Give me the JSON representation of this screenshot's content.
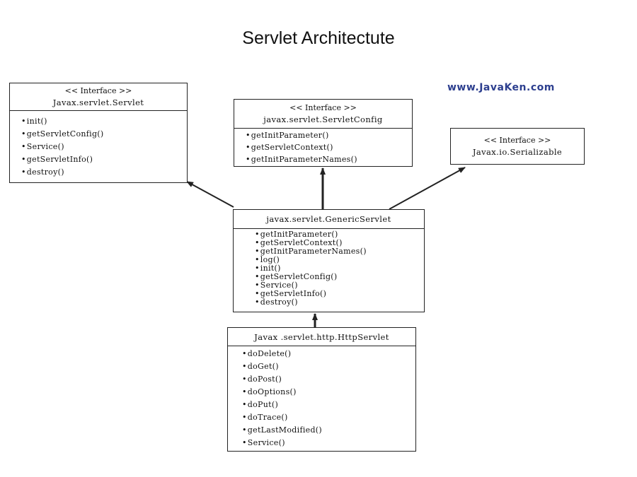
{
  "slide_title": "Servlet Architectute",
  "watermark": "www.JavaKen.com",
  "boxes": {
    "servlet": {
      "stereotype": "<< Interface >>",
      "name": "Javax.servlet.Servlet",
      "methods": [
        "init()",
        "getServletConfig()",
        "Service()",
        "getServletInfo()",
        "destroy()"
      ]
    },
    "servlet_config": {
      "stereotype": "<< Interface >>",
      "name": "javax.servlet.ServletConfig",
      "methods": [
        "getInitParameter()",
        "getServletContext()",
        "getInitParameterNames()"
      ]
    },
    "serializable": {
      "stereotype": "<< Interface >>",
      "name": "Javax.io.Serializable"
    },
    "generic_servlet": {
      "name": "javax.servlet.GenericServlet",
      "methods": [
        "getInitParameter()",
        "getServletContext()",
        "getInitParameterNames()",
        "log()",
        "init()",
        "getServletConfig()",
        "Service()",
        "getServletInfo()",
        "destroy()"
      ]
    },
    "http_servlet": {
      "name": "Javax .servlet.http.HttpServlet",
      "methods": [
        "doDelete()",
        "doGet()",
        "doPost()",
        "doOptions()",
        "doPut()",
        "doTrace()",
        "getLastModified()",
        "Service()"
      ]
    }
  },
  "colors": {
    "lines": "#222222",
    "watermark": "#2d3f8f"
  }
}
